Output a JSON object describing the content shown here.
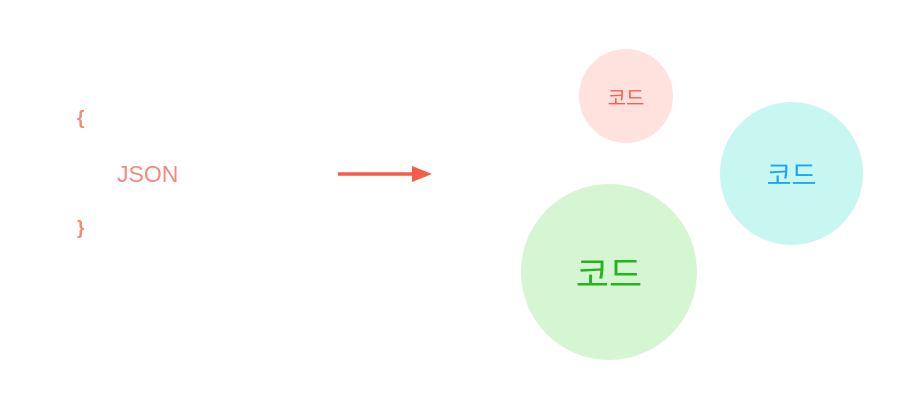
{
  "left": {
    "open_brace": "{",
    "label": "JSON",
    "close_brace": "}",
    "text_color": "#f4897c"
  },
  "arrow": {
    "direction": "right",
    "color": "#f55d48"
  },
  "bubbles": [
    {
      "label": "코드",
      "size": "small",
      "fill": "#ffe1de",
      "text_color": "#f7604f"
    },
    {
      "label": "코드",
      "size": "medium",
      "fill": "#c8f6f0",
      "text_color": "#1ba7f5"
    },
    {
      "label": "코드",
      "size": "large",
      "fill": "#d6f5d2",
      "text_color": "#27b21f"
    }
  ]
}
